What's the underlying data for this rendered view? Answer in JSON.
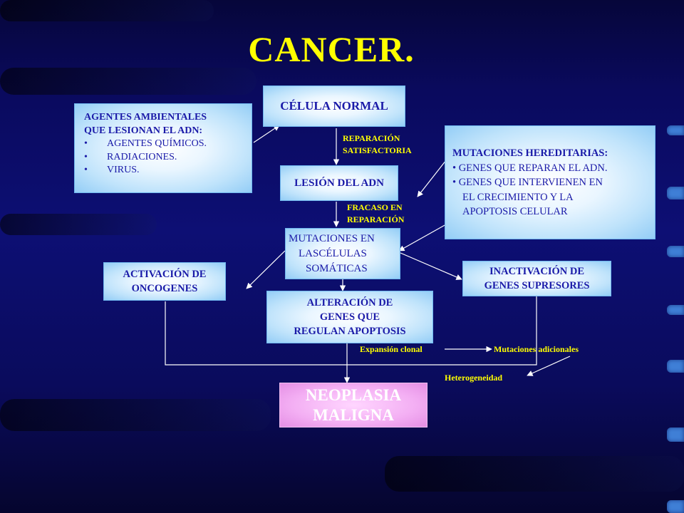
{
  "title": "CANCER.",
  "nodes": {
    "celula_normal": "CÉLULA NORMAL",
    "agentes": {
      "heading_line1": "AGENTES AMBIENTALES",
      "heading_line2": "QUE LESIONAN EL ADN:",
      "items": [
        "AGENTES QUÍMICOS.",
        "RADIACIONES.",
        "VIRUS."
      ]
    },
    "lesion_adn": "LESIÓN DEL ADN",
    "mutaciones_hereditarias": {
      "heading": "MUTACIONES HEREDITARIAS:",
      "item1": "GENES QUE REPARAN EL ADN.",
      "item2_line1": "GENES QUE INTERVIENEN EN",
      "item2_line2": "EL CRECIMIENTO Y LA",
      "item2_line3": "APOPTOSIS CELULAR"
    },
    "mutaciones_somaticas": {
      "line1": "MUTACIONES EN",
      "line2": "LASCÉLULAS",
      "line3": "SOMÁTICAS"
    },
    "activacion": {
      "line1": "ACTIVACIÓN DE",
      "line2": "ONCOGENES"
    },
    "inactivacion": {
      "line1": "INACTIVACIÓN DE",
      "line2": "GENES SUPRESORES"
    },
    "alteracion": {
      "line1": "ALTERACIÓN DE",
      "line2": "GENES QUE",
      "line3": "REGULAN APOPTOSIS"
    },
    "neoplasia": {
      "line1": "NEOPLASIA",
      "line2": "MALIGNA"
    }
  },
  "labels": {
    "reparacion_line1": "REPARACIÓN",
    "reparacion_line2": "SATISFACTORIA",
    "fracaso_line1": "FRACASO EN",
    "fracaso_line2": "REPARACIÓN",
    "expansion": "Expansión clonal",
    "mutaciones_adicionales": "Mutaciones adicionales",
    "heterogeneidad": "Heterogeneidad"
  },
  "colors": {
    "background": "#0d0f74",
    "title": "#ffff00",
    "box_text": "#1a1aa8",
    "neoplasia_text": "#ffffff",
    "neoplasia_fill": "#ee99ee",
    "label_text": "#ffff00",
    "arrow": "#ffffff"
  }
}
